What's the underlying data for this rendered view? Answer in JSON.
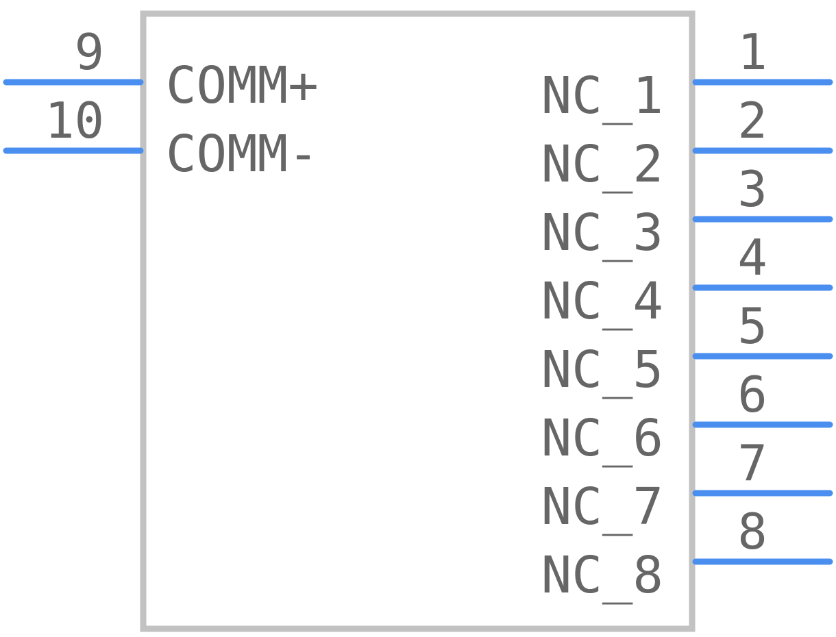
{
  "colors": {
    "body_outline": "#c2c2c2",
    "pin_line": "#4a8ff0",
    "text": "#666666"
  },
  "component": {
    "left_pins": [
      {
        "number": "9",
        "name": "COMM+"
      },
      {
        "number": "10",
        "name": "COMM-"
      }
    ],
    "right_pins": [
      {
        "number": "1",
        "name": "NC_1"
      },
      {
        "number": "2",
        "name": "NC_2"
      },
      {
        "number": "3",
        "name": "NC_3"
      },
      {
        "number": "4",
        "name": "NC_4"
      },
      {
        "number": "5",
        "name": "NC_5"
      },
      {
        "number": "6",
        "name": "NC_6"
      },
      {
        "number": "7",
        "name": "NC_7"
      },
      {
        "number": "8",
        "name": "NC_8"
      }
    ]
  }
}
